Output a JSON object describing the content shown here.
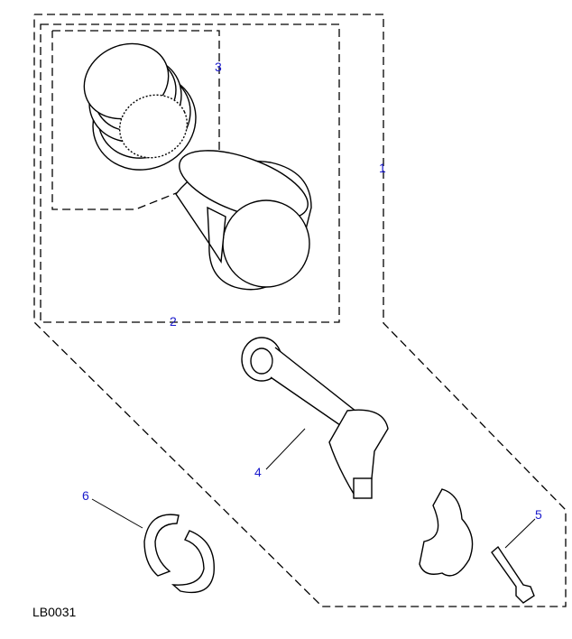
{
  "diagram": {
    "code": "LB0031",
    "label_color": "#1a1acc",
    "callouts": [
      {
        "id": "1",
        "part": "piston-and-rod-assembly"
      },
      {
        "id": "2",
        "part": "piston-with-rings"
      },
      {
        "id": "3",
        "part": "piston-ring-set"
      },
      {
        "id": "4",
        "part": "connecting-rod"
      },
      {
        "id": "5",
        "part": "connecting-rod-bolt"
      },
      {
        "id": "6",
        "part": "big-end-bearing-shells"
      }
    ]
  }
}
